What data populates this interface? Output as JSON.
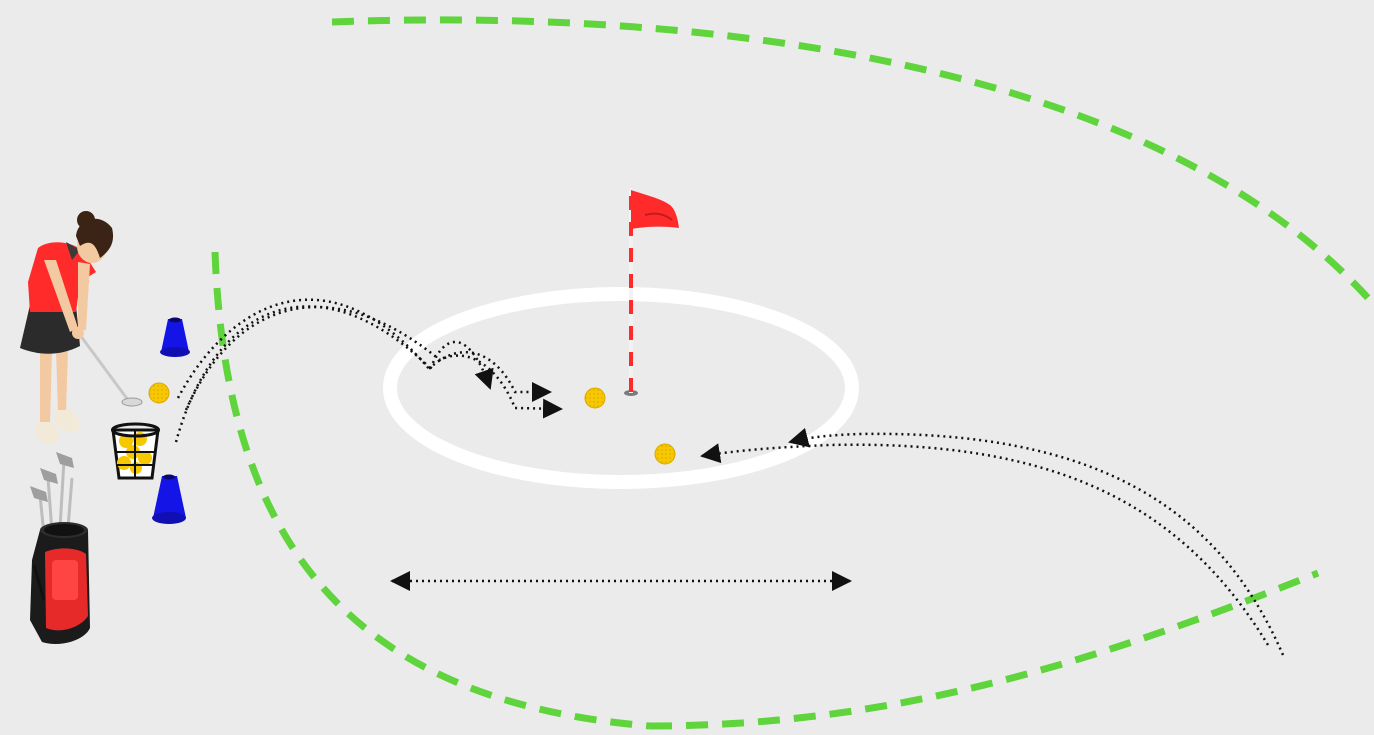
{
  "scene": {
    "background": "#ebebeb",
    "colors": {
      "boundary": "#5fd43c",
      "target_ring": "#ffffff",
      "cone": "#1414e6",
      "ball": "#f7c800",
      "flag": "#ff2b2b",
      "trajectory": "#111111",
      "player_shirt": "#ff2b2b",
      "player_skirt": "#2b2b2b",
      "golf_bag": "#e62a2a"
    },
    "icons": [
      "golfer-icon",
      "golf-bag-icon",
      "ball-basket-icon",
      "marker-cone-icon",
      "golf-ball-icon",
      "flagstick-icon"
    ],
    "elements": {
      "cones": 2,
      "balls_on_ground": 3,
      "chip_trajectories": 2,
      "putt_trajectories": 2,
      "distance_arrow": "double-headed"
    }
  }
}
